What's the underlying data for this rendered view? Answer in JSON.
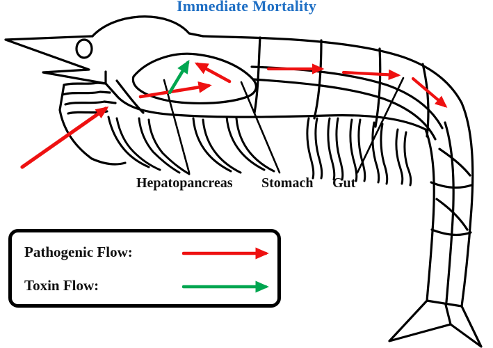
{
  "figure": {
    "title": "Immediate Mortality",
    "title_color": "#1f6fc4",
    "subject": "shrimp-anatomy-diagram",
    "background_color": "#ffffff",
    "outline_color": "#000000"
  },
  "organ_labels": [
    {
      "id": "hepatopancreas",
      "text": "Hepatopancreas"
    },
    {
      "id": "stomach",
      "text": "Stomach"
    },
    {
      "id": "gut",
      "text": "Gut"
    }
  ],
  "legend": {
    "items": [
      {
        "id": "pathogenic",
        "label": "Pathogenic Flow:",
        "color": "#ee1111"
      },
      {
        "id": "toxin",
        "label": "Toxin Flow:",
        "color": "#00a650"
      }
    ]
  },
  "flows": {
    "pathogenic_color": "#ee1111",
    "toxin_color": "#00a650",
    "pathogenic_arrow_count": 7,
    "toxin_arrow_count": 1
  }
}
